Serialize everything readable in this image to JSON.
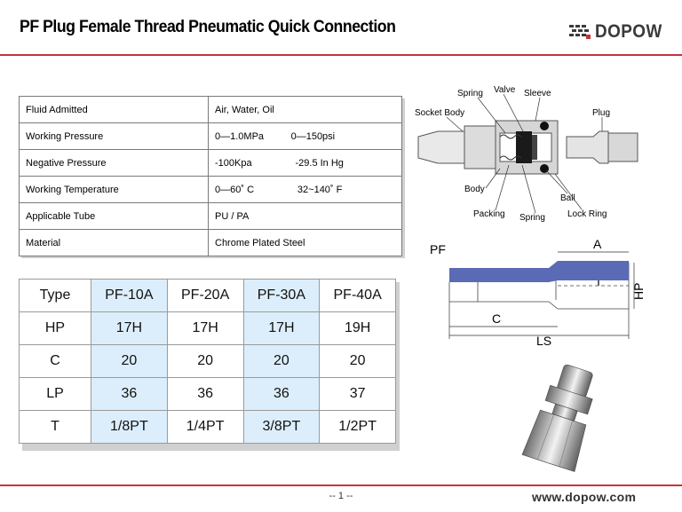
{
  "header": {
    "title": "PF Plug Female Thread Pneumatic Quick Connection",
    "logo_text": "DOPOW",
    "accent_color": "#c8323a"
  },
  "spec_table": {
    "rows": [
      {
        "label": "Fluid Admitted",
        "value": "Air, Water, Oil"
      },
      {
        "label": "Working Pressure",
        "value": "0—1.0MPa          0—150psi"
      },
      {
        "label": "Negative Pressure",
        "value": "-100Kpa                -29.5 In Hg"
      },
      {
        "label": "Working Temperature",
        "value": "0—60˚ C                32~140˚ F"
      },
      {
        "label": "Applicable Tube",
        "value": "PU / PA"
      },
      {
        "label": "Material",
        "value": "Chrome Plated Steel"
      }
    ]
  },
  "dimension_table": {
    "header": [
      "Type",
      "PF-10A",
      "PF-20A",
      "PF-30A",
      "PF-40A"
    ],
    "rows": [
      [
        "HP",
        "17H",
        "17H",
        "17H",
        "19H"
      ],
      [
        "C",
        "20",
        "20",
        "20",
        "20"
      ],
      [
        "LP",
        "36",
        "36",
        "36",
        "37"
      ],
      [
        "T",
        "1/8PT",
        "1/4PT",
        "3/8PT",
        "1/2PT"
      ]
    ],
    "highlight_color": "#dceefc"
  },
  "cross_section_diagram": {
    "labels": {
      "spring_top": "Spring",
      "valve": "Valve",
      "sleeve": "Sleeve",
      "socket_body": "Socket Body",
      "plug": "Plug",
      "body": "Body",
      "ball": "Ball",
      "packing": "Packing",
      "spring_bottom": "Spring",
      "lock_ring": "Lock Ring"
    }
  },
  "dimension_diagram": {
    "labels": {
      "pf": "PF",
      "a": "A",
      "t": "T",
      "hp": "HP",
      "c": "C",
      "ls": "LS"
    },
    "body_color": "#5a6ab5"
  },
  "footer": {
    "page": "--    1    --",
    "url": "www.dopow.com"
  }
}
